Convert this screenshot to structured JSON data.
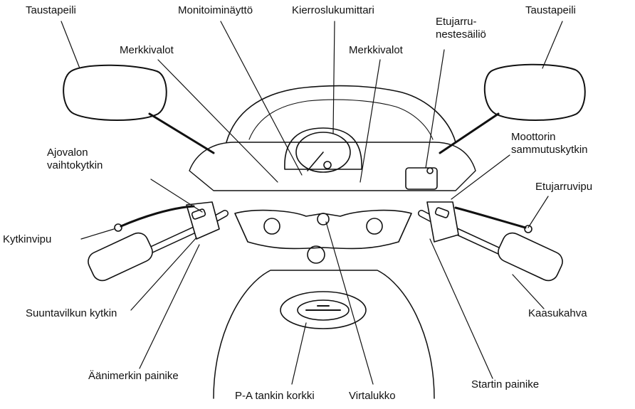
{
  "labels": {
    "rear_mirror_left": "Taustapeili",
    "multi_display": "Monitoiminäyttö",
    "tachometer": "Kierroslukumittari",
    "rear_mirror_right": "Taustapeili",
    "indicators_left": "Merkkivalot",
    "indicators_right": "Merkkivalot",
    "front_brake_reservoir": "Etujarru-\nnestesäiliö",
    "headlight_switch": "Ajovalon\nvaihtokytkin",
    "engine_stop_switch": "Moottorin\nsammutuskytkin",
    "front_brake_lever": "Etujarruvipu",
    "clutch_lever": "Kytkinvipu",
    "turn_signal_switch": "Suuntavilkun kytkin",
    "throttle_grip": "Kaasukahva",
    "horn_button": "Äänimerkin painike",
    "fuel_cap": "P-A tankin korkki",
    "ignition_switch": "Virtalukko",
    "starter_button": "Startin painike"
  }
}
